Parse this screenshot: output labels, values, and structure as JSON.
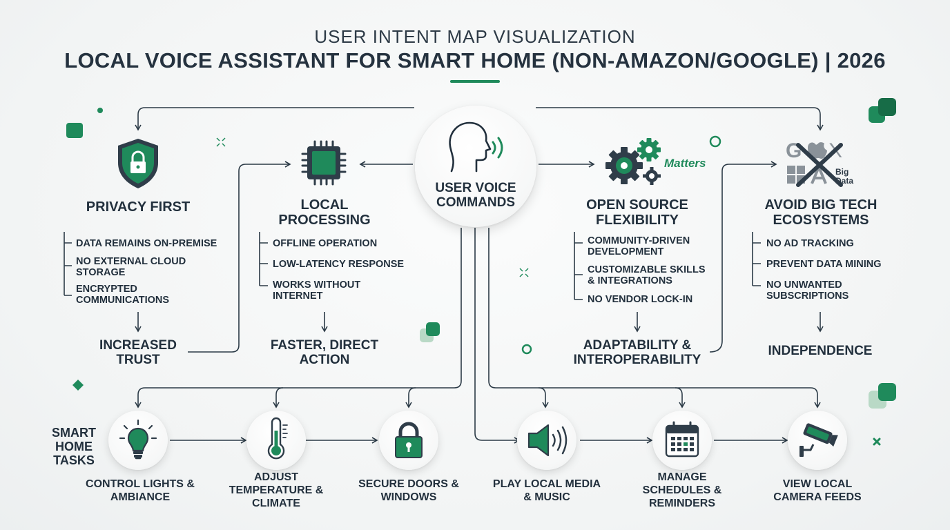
{
  "header": {
    "subtitle": "USER INTENT MAP VISUALIZATION",
    "title": "LOCAL VOICE ASSISTANT FOR SMART HOME (NON-AMAZON/GOOGLE) | 2026"
  },
  "center": {
    "label": "USER VOICE COMMANDS"
  },
  "categories": [
    {
      "title": "PRIVACY FIRST",
      "items": [
        "DATA REMAINS ON-PREMISE",
        "NO EXTERNAL CLOUD STORAGE",
        "ENCRYPTED COMMUNICATIONS"
      ],
      "result": "INCREASED TRUST",
      "icon": "shield-lock-icon"
    },
    {
      "title": "LOCAL PROCESSING",
      "items": [
        "OFFLINE OPERATION",
        "LOW-LATENCY RESPONSE",
        "WORKS WITHOUT INTERNET"
      ],
      "result": "FASTER, DIRECT ACTION",
      "icon": "cpu-chip-icon"
    },
    {
      "title": "OPEN SOURCE FLEXIBILITY",
      "items": [
        "COMMUNITY-DRIVEN DEVELOPMENT",
        "CUSTOMIZABLE SKILLS & INTEGRATIONS",
        "NO VENDOR LOCK-IN"
      ],
      "result": "ADAPTABILITY & INTEROPERABILITY",
      "icon": "gears-icon",
      "badge": "Matters"
    },
    {
      "title": "AVOID BIG TECH ECOSYSTEMS",
      "items": [
        "NO AD TRACKING",
        "PREVENT DATA MINING",
        "NO UNWANTED SUBSCRIPTIONS"
      ],
      "result": "INDEPENDENCE",
      "icon": "crossed-logos-icon",
      "logo_letters": [
        "G",
        "X"
      ],
      "logo_caption": "Big Data"
    }
  ],
  "tasks_label": "SMART HOME TASKS",
  "tasks": [
    {
      "label": "CONTROL LIGHTS & AMBIANCE",
      "icon": "light-bulb-icon"
    },
    {
      "label": "ADJUST TEMPERATURE & CLIMATE",
      "icon": "thermometer-icon"
    },
    {
      "label": "SECURE DOORS & WINDOWS",
      "icon": "padlock-icon"
    },
    {
      "label": "PLAY LOCAL MEDIA & MUSIC",
      "icon": "speaker-icon"
    },
    {
      "label": "MANAGE SCHEDULES & REMINDERS",
      "icon": "calendar-icon"
    },
    {
      "label": "VIEW LOCAL CAMERA FEEDS",
      "icon": "security-camera-icon"
    }
  ],
  "colors": {
    "accent": "#1f8a5b",
    "accent_dark": "#176c47",
    "text": "#22303d",
    "line": "#2b3a46"
  }
}
